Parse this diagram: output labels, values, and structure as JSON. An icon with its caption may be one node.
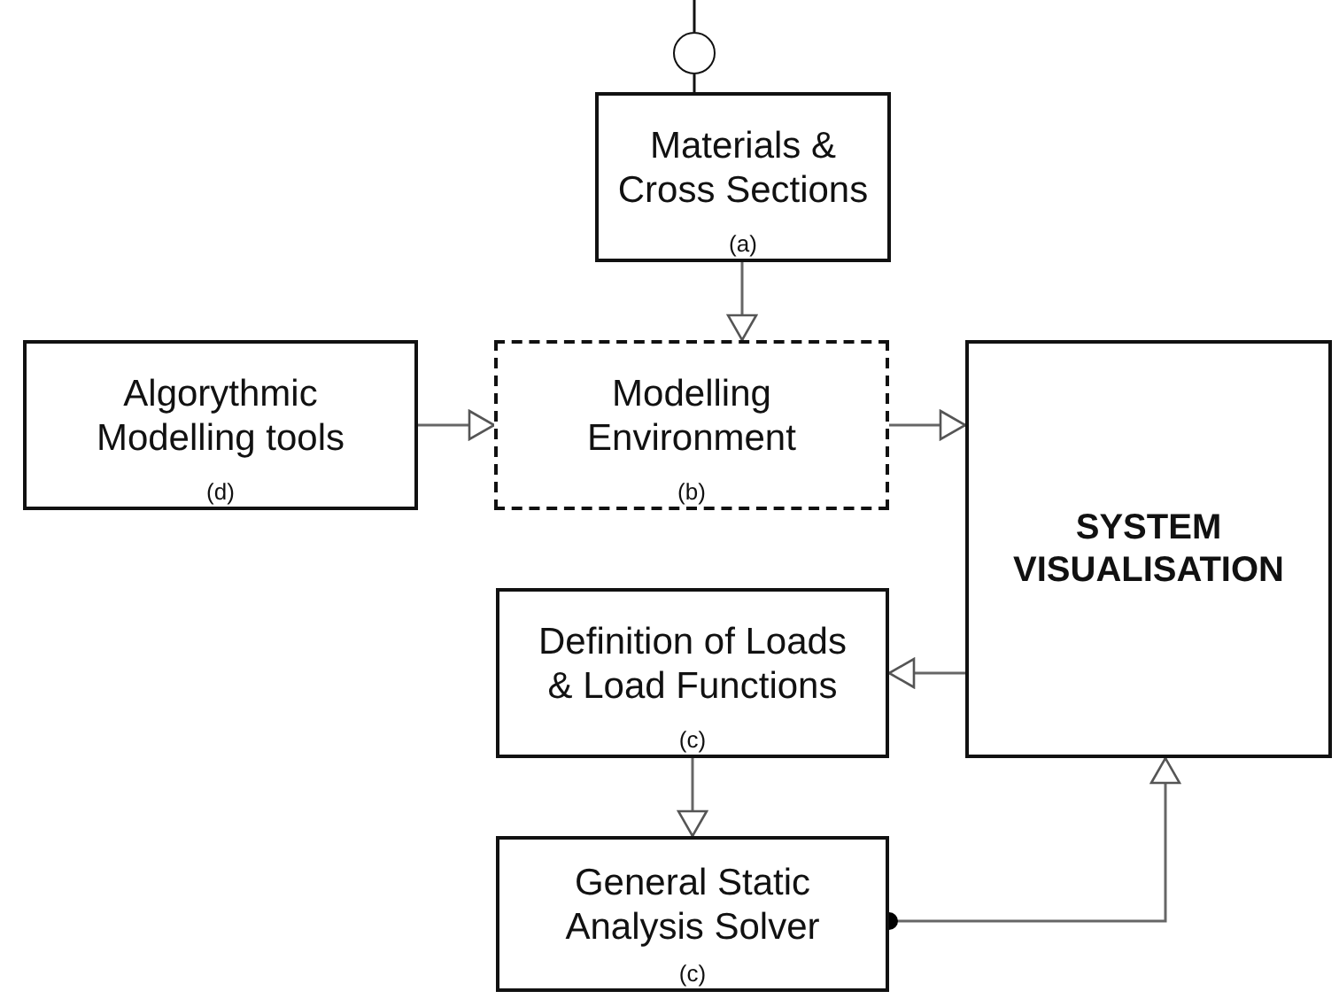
{
  "diagram": {
    "nodes": [
      {
        "text": [],
        "shape": "circle"
      },
      {
        "text": [
          "Materials & Cross Sections",
          "(a)"
        ]
      },
      {
        "text": [
          "Algorythmic Modelling tools",
          "(d)"
        ]
      },
      {
        "text": [
          "Modelling Environment",
          "(b)"
        ]
      },
      {
        "text": [
          "SYSTEM VISUALISATION"
        ]
      },
      {
        "text": [
          "Definition of Loads & Load Functions",
          "(c)"
        ]
      },
      {
        "text": [
          "General Static Analysis Solver",
          "(c)"
        ]
      }
    ],
    "edges": [
      {
        "from": null,
        "to": 0,
        "arrow": "none"
      },
      {
        "from": 0,
        "to": 1,
        "arrow": "none"
      },
      {
        "from": 1,
        "to": 3,
        "arrow": "to"
      },
      {
        "from": 2,
        "to": 3,
        "arrow": "to"
      },
      {
        "from": 3,
        "to": 4,
        "arrow": "to"
      },
      {
        "from": 4,
        "to": 5,
        "arrow": "to"
      },
      {
        "from": 5,
        "to": 6,
        "arrow": "to"
      },
      {
        "from": 6,
        "to": 4,
        "arrow": "to"
      }
    ]
  }
}
